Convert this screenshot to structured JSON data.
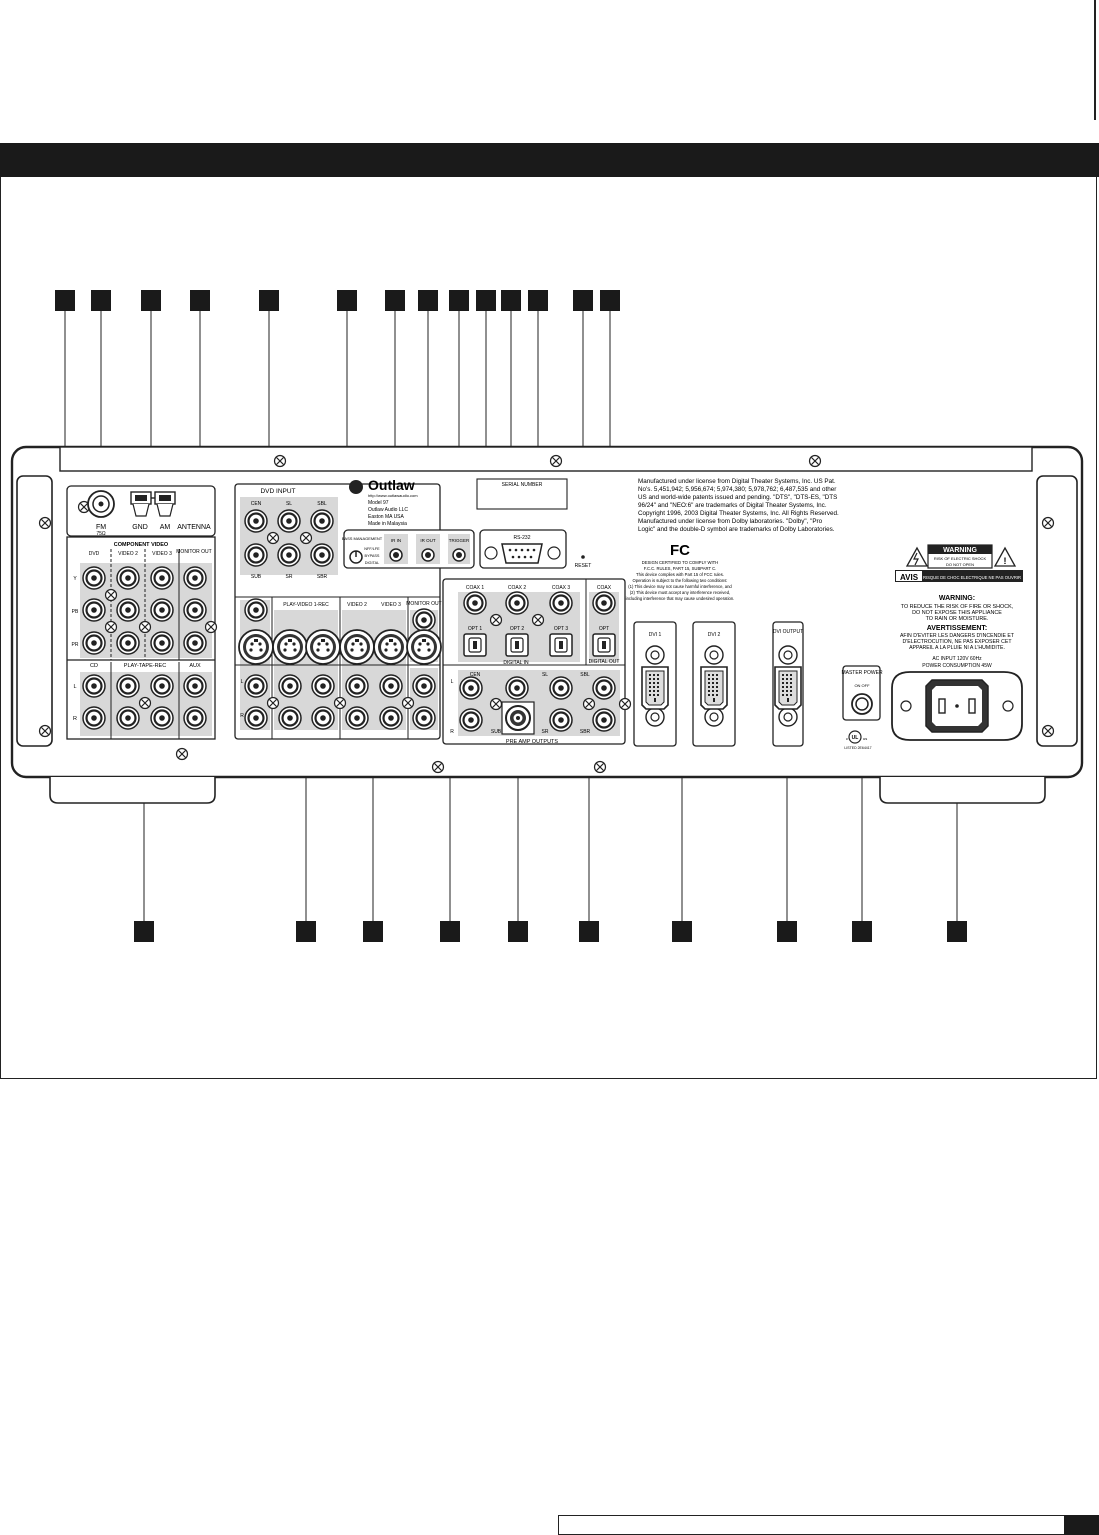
{
  "panel": {
    "brand": "Outlaw",
    "brand_url": "http://www.outlawaudio.com",
    "company_lines": [
      "Model 97",
      "Outlaw Audio LLC",
      "Easton MA USA",
      "Made in Malaysia"
    ],
    "serial_label": "SERIAL NUMBER",
    "antenna": {
      "fm": "FM",
      "fm_ohm": "75Ω",
      "gnd": "GND",
      "am": "AM",
      "antenna": "ANTENNA"
    },
    "component_video": {
      "title": "COMPONENT VIDEO",
      "columns": [
        "DVD",
        "VIDEO 2",
        "VIDEO 3",
        "MONITOR OUT"
      ],
      "rows": [
        "Y",
        "PB",
        "PR"
      ]
    },
    "audio_row": {
      "cd": "CD",
      "play_tape_rec": "PLAY-TAPE-REC",
      "aux": "AUX",
      "l": "L",
      "r": "R"
    },
    "dvd_input": {
      "title": "DVD INPUT",
      "labels": [
        "CEN",
        "SL",
        "SBL",
        "SUB",
        "SR",
        "SBR"
      ]
    },
    "bass_management": {
      "title": "BASS MANAGEMENT",
      "options": [
        "NFF/LFE",
        "BYPASS",
        "DIGITAL"
      ]
    },
    "ir": {
      "in": "IR IN",
      "out": "IR OUT",
      "trigger": "TRIGGER"
    },
    "rs232": "RS-232",
    "reset": "RESET",
    "video_inputs": [
      "PLAY-VIDEO 1-REC",
      "VIDEO 2",
      "VIDEO 3",
      "MONITOR OUT"
    ],
    "digital": {
      "coax": [
        "COAX 1",
        "COAX 2",
        "COAX 3",
        "COAX"
      ],
      "opt": [
        "OPT 1",
        "OPT 2",
        "OPT 3",
        "OPT"
      ],
      "digital_in": "DIGITAL IN",
      "digital_out": "DIGITAL OUT"
    },
    "preamp": {
      "title": "PRE AMP OUTPUTS",
      "labels": [
        "CEN",
        "SL",
        "SBL",
        "SUB",
        "SR",
        "SBR"
      ],
      "l": "L",
      "r": "R"
    },
    "dvi": [
      "DVI 1",
      "DVI 2",
      "DVI OUTPUT"
    ],
    "power": {
      "master": "MASTER POWER",
      "on_off": "ON  OFF",
      "ac": "AC INPUT 120V 60Hz",
      "consumption": "POWER CONSUMPTION 45W"
    },
    "fcc": {
      "logo": "FC",
      "lines": [
        "DESIGN CERTIFIED TO COMPLY WITH",
        "F.C.C. RULES, PART 15, SUBPART C.",
        "This device complies with Part 15 of FCC rules.",
        "Operation is subject to the following two conditions:",
        "(1) This device may not cause harmful interference, and",
        "(2) This device must accept any interference received,",
        "including interference that may cause undesired operation."
      ]
    },
    "license_text": [
      "Manufactured under license from Digital Theater Systems, Inc. US Pat.",
      "No's. 5,451,942; 5,956,674; 5,974,380; 5,978,762; 6,487,535 and other",
      "US and world-wide patents issued and pending. \"DTS\", \"DTS-ES, \"DTS",
      "96/24\" and \"NEO:6\" are trademarks of Digital Theater Systems, Inc.",
      "Copyright 1996, 2003 Digital Theater Systems, Inc. All Rights Reserved.",
      "",
      "Manufactured under license from Dolby laboratories. \"Dolby\", \"Pro",
      "Logic\" and the double-D symbol are trademarks of Dolby Laboratories."
    ],
    "warning": {
      "box_title": "WARNING",
      "box_sub1": "RISK OF ELECTRIC SHOCK",
      "box_sub2": "DO NOT OPEN",
      "avis": "AVIS",
      "avis_text": "RISQUE DE CHOC ELECTRIQUE NE PAS OUVRIR",
      "title": "WARNING:",
      "lines": [
        "TO REDUCE THE RISK OF FIRE OR SHOCK,",
        "DO NOT EXPOSE THIS APPLIANCE",
        "TO RAIN OR MOISTURE."
      ],
      "fr_title": "AVERTISSEMENT:",
      "fr_lines": [
        "AFIN D'EVITER LES DANGERS D'INCENDIE ET",
        "D'ELECTROCUTION, NE PAS EXPOSER CET",
        "APPAREIL A LA PLUIE NI A L'HUMIDITE."
      ]
    },
    "ul": "c UL us",
    "ul_sub": "LISTED 2E64417"
  }
}
